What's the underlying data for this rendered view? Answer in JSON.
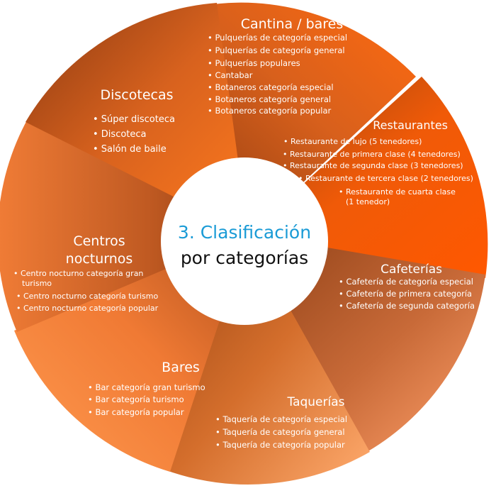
{
  "center": {
    "line1": "3. Clasificación",
    "line2": "por categorías"
  },
  "colors": {
    "dark_brown": "#8d3f14",
    "bright_orange": "#ff5a00",
    "light_orange": "#ffa066",
    "mid_orange": "#f57f32",
    "title_blue": "#1a9bd6"
  },
  "segments": [
    {
      "key": "cantina",
      "title": "Cantina / bares",
      "items": [
        "• Pulquerías de categoría especial",
        "• Pulquerías de categoría general",
        "• Pulquerías populares",
        "• Cantabar",
        "• Botaneros categoría especial",
        "• Botaneros categoría general",
        "• Botaneros categoría popular"
      ]
    },
    {
      "key": "restaurantes",
      "title": "Restaurantes",
      "items": [
        "• Restaurante de lujo (5 tenedores)",
        "• Restaurante de primera clase (4 tenedores)",
        "• Restaurante de segunda clase (3 tenedores)",
        "• Restaurante de tercera clase (2 tenedores)",
        "• Restaurante de cuarta clase",
        "(1 tenedor)"
      ]
    },
    {
      "key": "cafeterias",
      "title": "Cafeterías",
      "items": [
        "• Cafetería de categoría especial",
        "• Cafetería de primera categoría",
        "• Cafetería de segunda categoría"
      ]
    },
    {
      "key": "taquerias",
      "title": "Taquerías",
      "items": [
        "• Taquería de categoría especial",
        "• Taquería de categoría general",
        "• Taquería de categoría popular"
      ]
    },
    {
      "key": "bares",
      "title": "Bares",
      "items": [
        "• Bar categoría gran turismo",
        "• Bar categoría turismo",
        "• Bar categoría popular"
      ]
    },
    {
      "key": "centros",
      "title_lines": [
        "Centros",
        "nocturnos"
      ],
      "items": [
        "• Centro nocturno categoría gran",
        "turismo",
        "• Centro nocturno categoría turismo",
        "• Centro nocturno categoría popular"
      ]
    },
    {
      "key": "discotecas",
      "title": "Discotecas",
      "items": [
        "• Súper discoteca",
        "• Discoteca",
        "• Salón de baile"
      ]
    }
  ]
}
